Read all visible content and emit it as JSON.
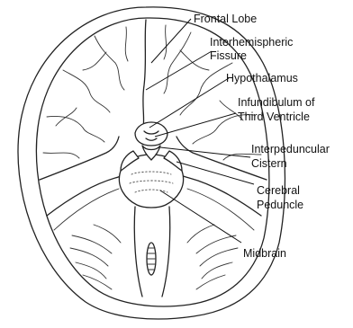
{
  "labels": {
    "frontal_lobe": "Frontal Lobe",
    "interhemispheric_1": "Interhemispheric",
    "interhemispheric_2": "Fissure",
    "hypothalamus": "Hypothalamus",
    "infundibulum_1": "Infundibulum of",
    "infundibulum_2": "Third Ventricle",
    "interpeduncular_1": "Interpeduncular",
    "interpeduncular_2": "Cistern",
    "cerebral_peduncle_1": "Cerebral",
    "cerebral_peduncle_2": "Peduncle",
    "midbrain": "Midbrain"
  },
  "colors": {
    "line": "#222222",
    "background": "#ffffff"
  }
}
